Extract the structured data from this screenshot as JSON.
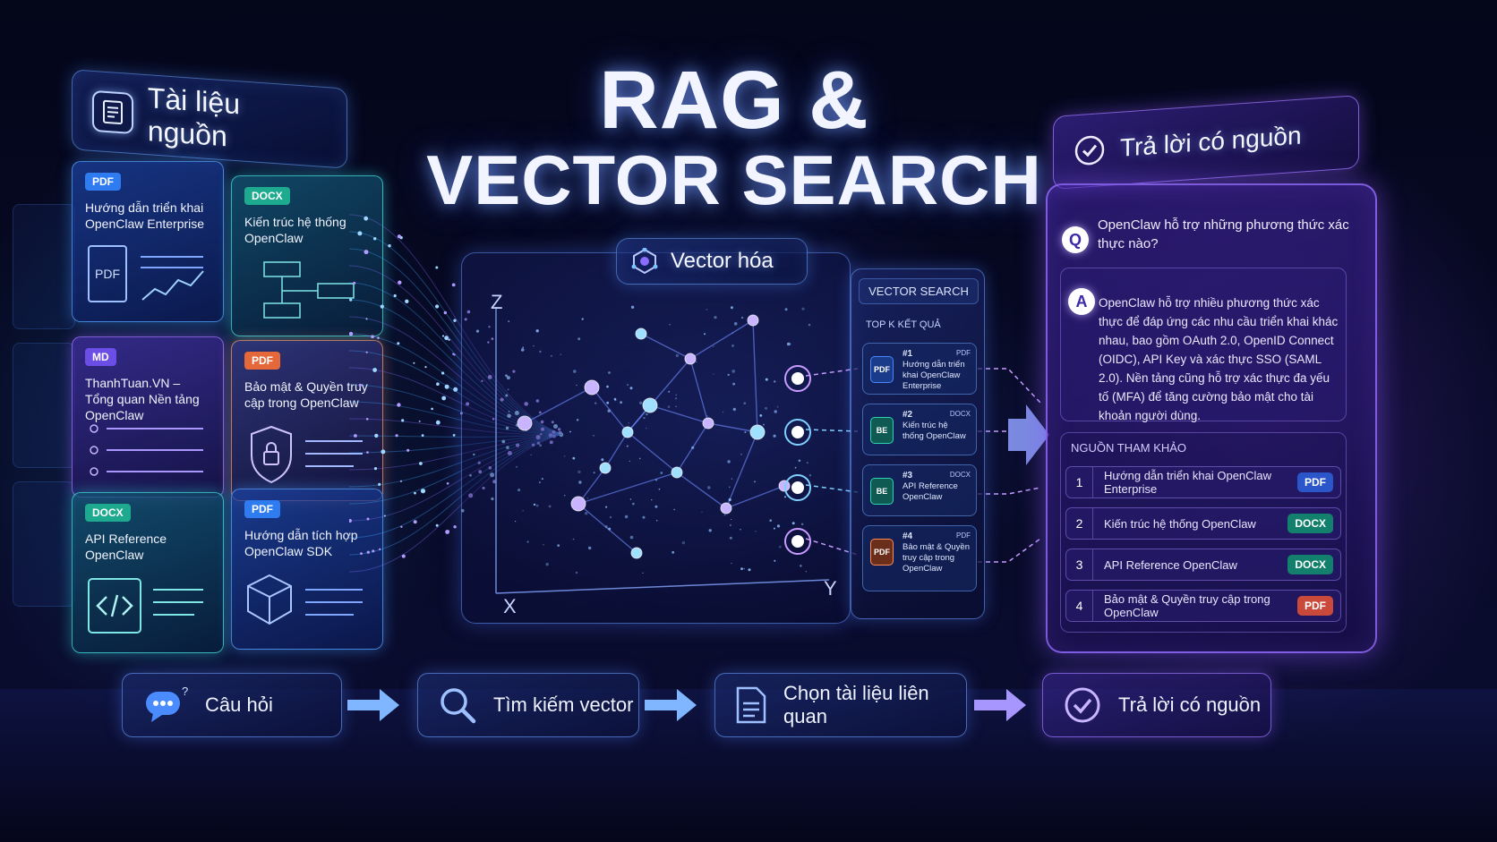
{
  "title": {
    "line1": "RAG &",
    "line2": "VECTOR SEARCH"
  },
  "source_panel": {
    "title": "Tài liệu nguồn"
  },
  "documents": [
    {
      "type": "PDF",
      "name": "Hướng dẫn triển khai OpenClaw Enterprise",
      "art_label": "PDF"
    },
    {
      "type": "DOCX",
      "name": "Kiến trúc hệ thống OpenClaw"
    },
    {
      "type": "MD",
      "name": "ThanhTuan.VN – Tổng quan Nền tảng OpenClaw"
    },
    {
      "type": "PDF",
      "name": "Bảo mật & Quyền truy cập trong OpenClaw"
    },
    {
      "type": "DOCX",
      "name": "API Reference OpenClaw"
    },
    {
      "type": "PDF",
      "name": "Hướng dẫn tích hợp OpenClaw SDK"
    }
  ],
  "vectorize": {
    "title": "Vector hóa",
    "axis_z": "Z",
    "axis_x": "X",
    "axis_y": "Y"
  },
  "vector_search": {
    "title": "VECTOR SEARCH",
    "topk": "TOP K KẾT QUẢ",
    "results": [
      {
        "rank": "#1",
        "type": "PDF",
        "name": "Hướng dẫn triển khai OpenClaw Enterprise",
        "icon": "PDF"
      },
      {
        "rank": "#2",
        "type": "DOCX",
        "name": "Kiến trúc hệ thống OpenClaw",
        "icon": "BE"
      },
      {
        "rank": "#3",
        "type": "DOCX",
        "name": "API Reference OpenClaw",
        "icon": "BE"
      },
      {
        "rank": "#4",
        "type": "PDF",
        "name": "Bảo mật & Quyền truy cập trong OpenClaw",
        "icon": "PDF"
      }
    ]
  },
  "answer_panel": {
    "title": "Trả lời có nguồn",
    "q_label": "Q",
    "question": "OpenClaw hỗ trợ những phương thức xác thực nào?",
    "a_label": "A",
    "answer": "OpenClaw hỗ trợ nhiều phương thức xác thực để đáp ứng các nhu cầu triển khai khác nhau, bao gồm OAuth 2.0, OpenID Connect (OIDC), API Key và xác thực SSO (SAML 2.0). Nền tảng cũng hỗ trợ xác thực đa yếu tố (MFA) để tăng cường bảo mật cho tài khoản người dùng.",
    "sources_title": "NGUỒN THAM KHẢO",
    "sources": [
      {
        "index": "1",
        "name": "Hướng dẫn triển khai OpenClaw Enterprise",
        "type": "PDF"
      },
      {
        "index": "2",
        "name": "Kiến trúc hệ thống OpenClaw",
        "type": "DOCX"
      },
      {
        "index": "3",
        "name": "API Reference OpenClaw",
        "type": "DOCX"
      },
      {
        "index": "4",
        "name": "Bảo mật & Quyền truy cập trong OpenClaw",
        "type": "PDF"
      }
    ]
  },
  "steps": [
    {
      "label": "Câu hỏi",
      "icon": "chat-bubble-icon"
    },
    {
      "label": "Tìm kiếm vector",
      "icon": "search-icon"
    },
    {
      "label": "Chọn tài liệu liên quan",
      "icon": "document-icon"
    },
    {
      "label": "Trả lời có nguồn",
      "icon": "check-circle-icon"
    }
  ],
  "colors": {
    "accent_blue": "#3b7bff",
    "accent_purple": "#8a5cff",
    "accent_teal": "#2ed3c4",
    "accent_orange": "#ff8a55"
  }
}
